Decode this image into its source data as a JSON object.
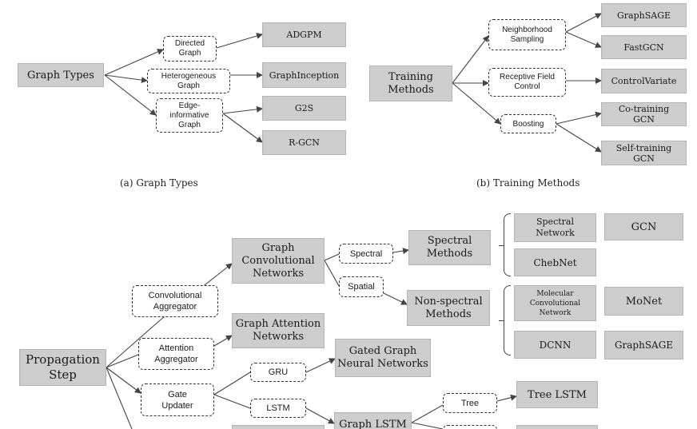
{
  "diagram": {
    "colors": {
      "box_fill": "#cdcdcd",
      "line": "#444444",
      "dashed_border": "#333333"
    },
    "panel_a": {
      "caption": "(a) Graph Types",
      "root": "Graph Types",
      "categories": [
        "Directed\nGraph",
        "Heterogeneous\nGraph",
        "Edge-\ninformative\nGraph"
      ],
      "models": [
        "ADGPM",
        "GraphInception",
        "G2S",
        "R-GCN"
      ]
    },
    "panel_b": {
      "caption": "(b) Training Methods",
      "root": "Training\nMethods",
      "categories": [
        "Neighborhood\nSampling",
        "Receptive Field\nControl",
        "Boosting"
      ],
      "models": [
        "GraphSAGE",
        "FastGCN",
        "ControlVariate",
        "Co-training\nGCN",
        "Self-training\nGCN"
      ]
    },
    "panel_c": {
      "root": "Propagation\nStep",
      "aggregators": [
        "Convolutional\nAggregator",
        "Attention\nAggregator",
        "Gate\nUpdater"
      ],
      "gcn": "Graph\nConvolutional\nNetworks",
      "gat": "Graph Attention\nNetworks",
      "spectral_label": "Spectral",
      "spatial_label": "Spatial",
      "spectral_methods": "Spectral\nMethods",
      "nonspectral_methods": "Non-spectral\nMethods",
      "spectral_models": [
        "Spectral\nNetwork",
        "GCN",
        "ChebNet"
      ],
      "nonspectral_models": [
        "Molecular\nConvolutional\nNetwork",
        "MoNet",
        "DCNN",
        "GraphSAGE"
      ],
      "gru_label": "GRU",
      "lstm_label": "LSTM",
      "ggnn": "Gated Graph\nNeural Networks",
      "graph_lstm": "Graph LSTM",
      "tree_label": "Tree",
      "tree_lstm": "Tree LSTM"
    }
  }
}
